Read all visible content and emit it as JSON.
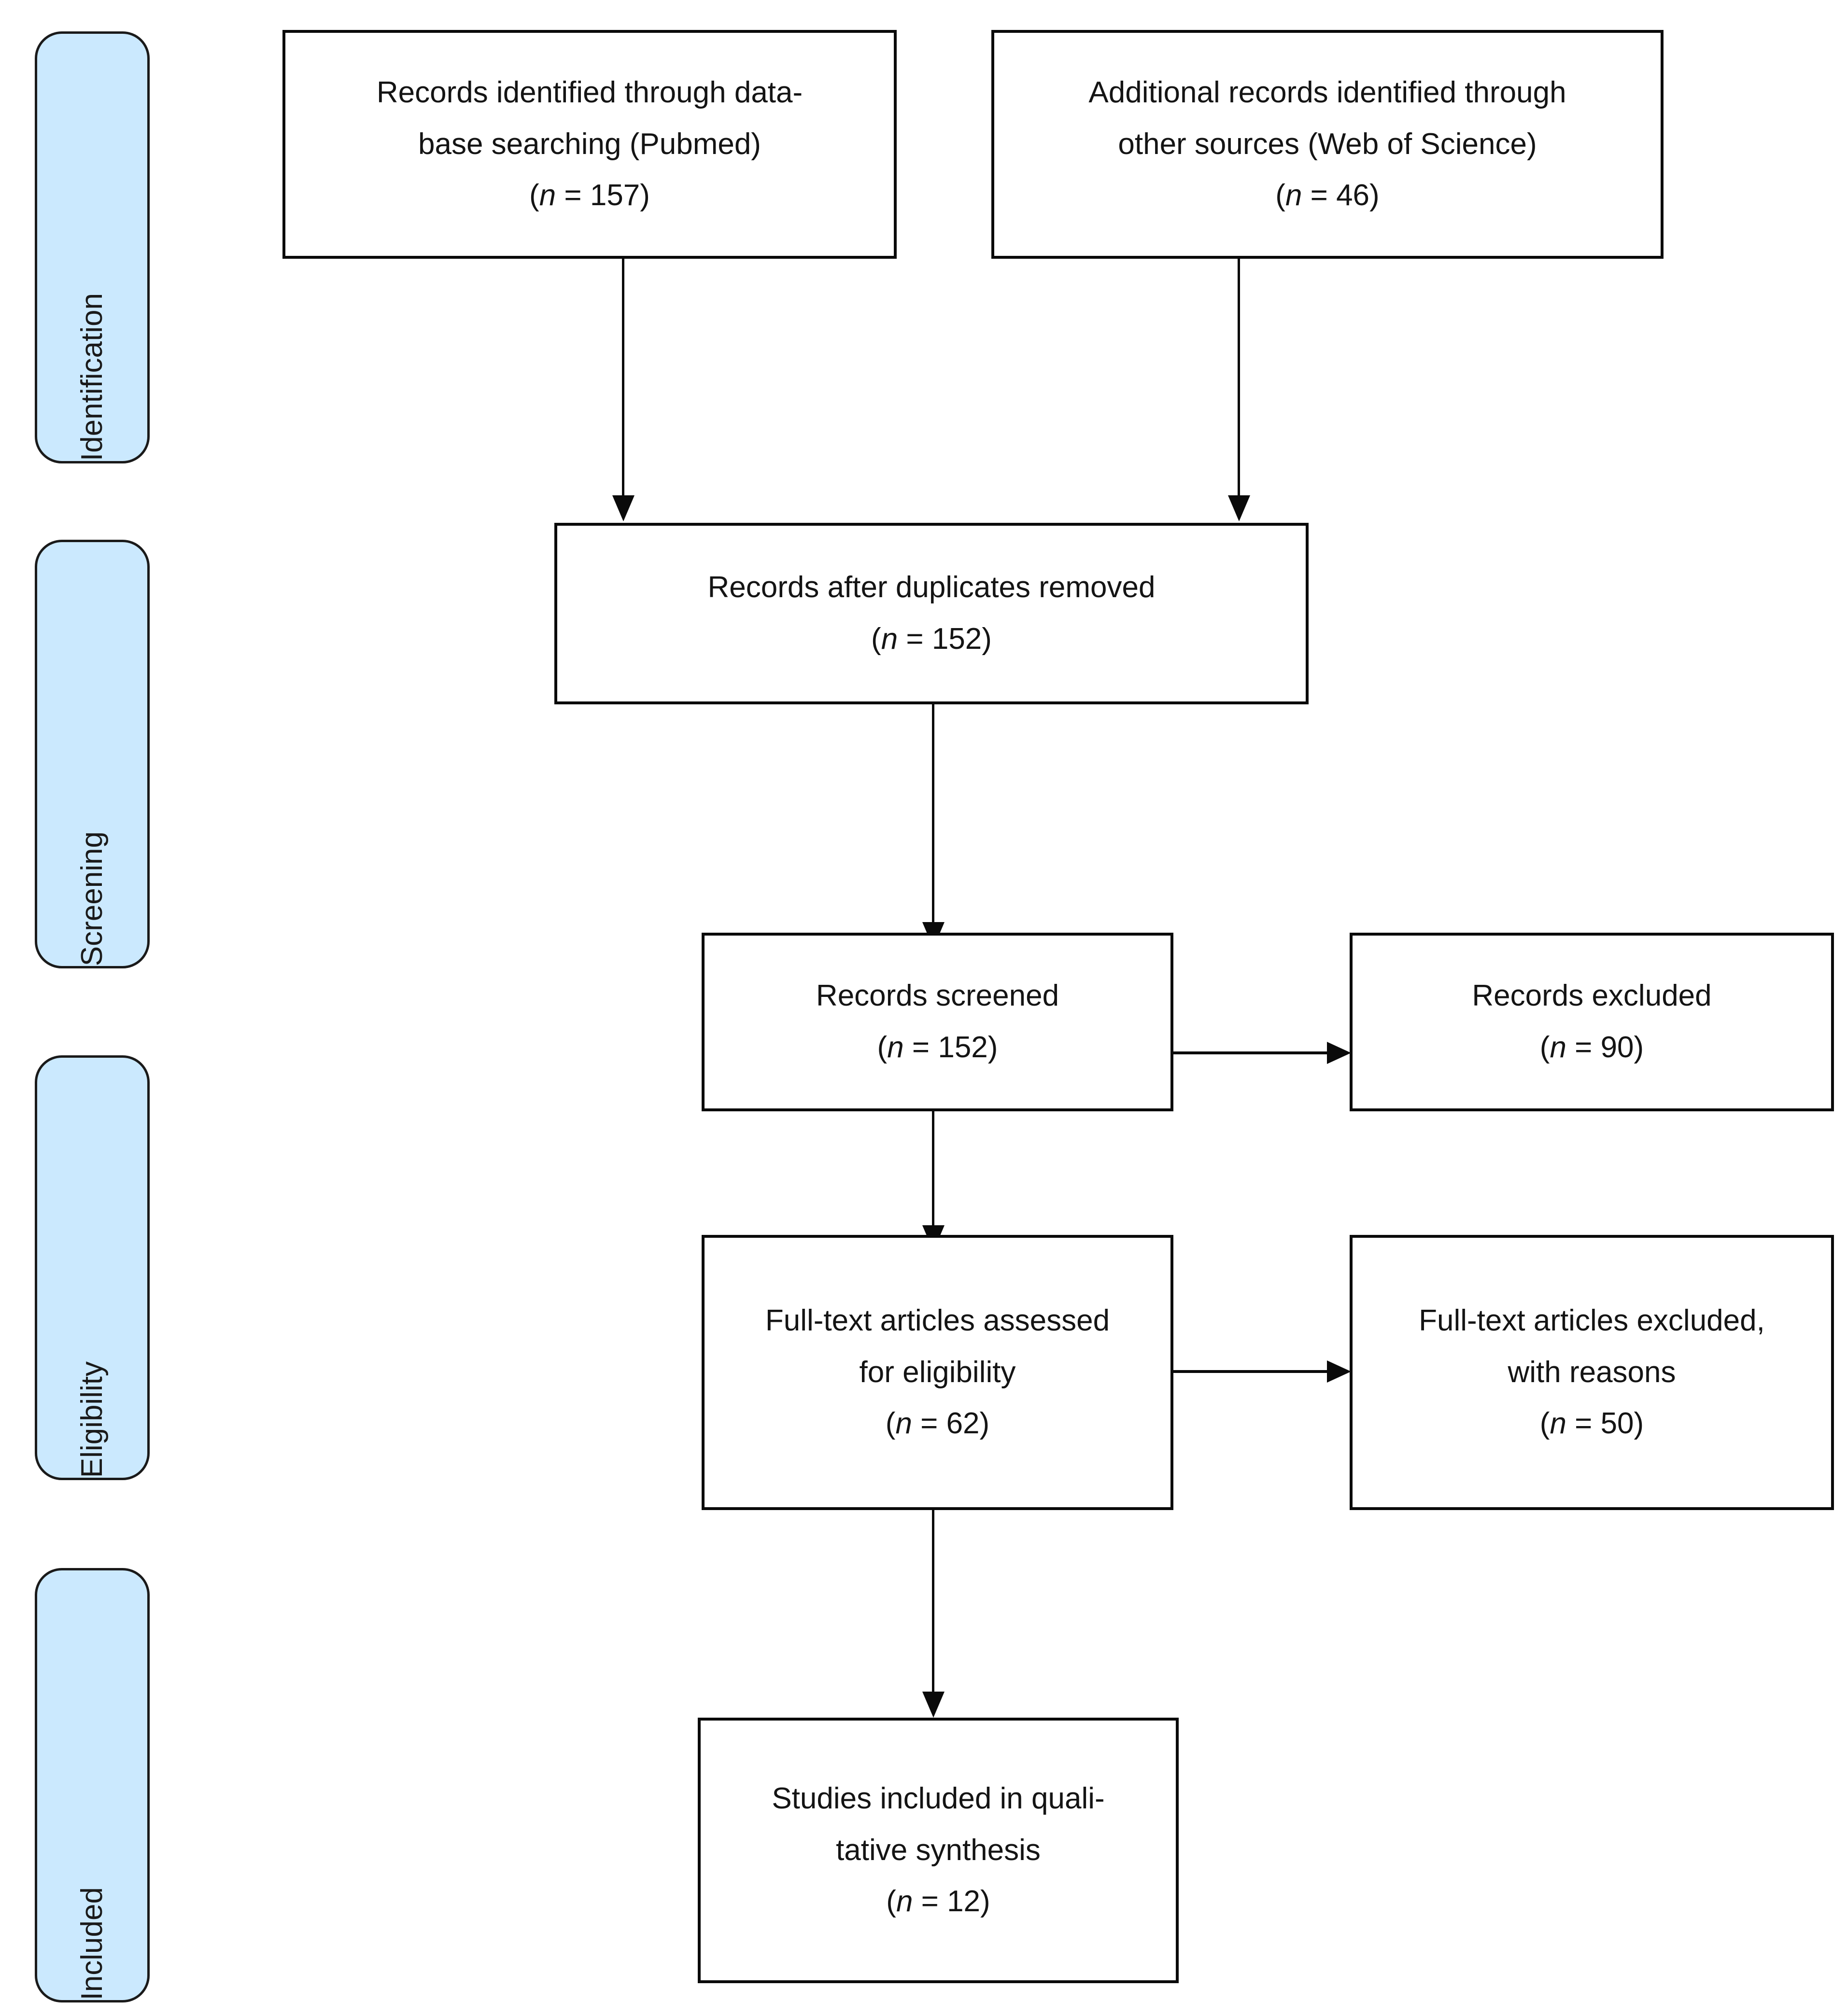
{
  "diagram": {
    "title": "PRISMA flow diagram",
    "type": "prisma-flow-diagram",
    "colors": {
      "stage_fill": "#cbe9fe",
      "stage_border": "#1a1a1a",
      "box_border": "#0a0a0a",
      "box_fill": "#ffffff",
      "text": "#141414",
      "connector": "#0a0a0a"
    },
    "stages": [
      {
        "id": "identification",
        "label": "Identification"
      },
      {
        "id": "screening",
        "label": "Screening"
      },
      {
        "id": "eligibility",
        "label": "Eligibility"
      },
      {
        "id": "included",
        "label": "Included"
      }
    ],
    "boxes": {
      "db_search": {
        "lines": [
          "Records identified through data-",
          "base searching (Pubmed)"
        ],
        "n_prefix": "(",
        "n_symbol": "n",
        "n_eq": " = ",
        "n_value": "157",
        "n_suffix": ")",
        "n_text": "(n = 157)"
      },
      "other_sources": {
        "lines": [
          "Additional records identified through",
          "other sources (Web of Science)"
        ],
        "n_symbol": "n",
        "n_value": "46",
        "n_text": "(n = 46)"
      },
      "duplicates_removed": {
        "lines": [
          "Records after duplicates removed"
        ],
        "n_symbol": "n",
        "n_value": "152",
        "n_text": "(n = 152)"
      },
      "records_screened": {
        "lines": [
          "Records screened"
        ],
        "n_symbol": "n",
        "n_value": "152",
        "n_text": "(n = 152)"
      },
      "records_excluded": {
        "lines": [
          "Records excluded"
        ],
        "n_symbol": "n",
        "n_value": "90",
        "n_text": "(n = 90)"
      },
      "fulltext_assessed": {
        "lines": [
          "Full-text articles assessed",
          "for eligibility"
        ],
        "n_symbol": "n",
        "n_value": "62",
        "n_text": "(n = 62)"
      },
      "fulltext_excluded": {
        "lines": [
          "Full-text articles excluded,",
          "with reasons"
        ],
        "n_symbol": "n",
        "n_value": "50",
        "n_text": "(n = 50)"
      },
      "studies_included": {
        "lines": [
          "Studies included in  quali-",
          "tative synthesis"
        ],
        "n_symbol": "n",
        "n_value": "12",
        "n_text": "(n = 12)"
      }
    },
    "chart_data": {
      "type": "flowchart",
      "title": "PRISMA flow diagram",
      "nodes": [
        {
          "id": "db_search",
          "stage": "Identification",
          "label": "Records identified through database searching (Pubmed)",
          "n": 157
        },
        {
          "id": "other_sources",
          "stage": "Identification",
          "label": "Additional records identified through other sources (Web of Science)",
          "n": 46
        },
        {
          "id": "duplicates_removed",
          "stage": "Screening",
          "label": "Records after duplicates removed",
          "n": 152
        },
        {
          "id": "records_screened",
          "stage": "Screening",
          "label": "Records screened",
          "n": 152
        },
        {
          "id": "records_excluded",
          "stage": "Screening",
          "label": "Records excluded",
          "n": 90
        },
        {
          "id": "fulltext_assessed",
          "stage": "Eligibility",
          "label": "Full-text articles assessed for eligibility",
          "n": 62
        },
        {
          "id": "fulltext_excluded",
          "stage": "Eligibility",
          "label": "Full-text articles excluded, with reasons",
          "n": 50
        },
        {
          "id": "studies_included",
          "stage": "Included",
          "label": "Studies included in qualitative synthesis",
          "n": 12
        }
      ],
      "edges": [
        {
          "from": "db_search",
          "to": "duplicates_removed",
          "direction": "down"
        },
        {
          "from": "other_sources",
          "to": "duplicates_removed",
          "direction": "down"
        },
        {
          "from": "duplicates_removed",
          "to": "records_screened",
          "direction": "down"
        },
        {
          "from": "records_screened",
          "to": "records_excluded",
          "direction": "right"
        },
        {
          "from": "records_screened",
          "to": "fulltext_assessed",
          "direction": "down"
        },
        {
          "from": "fulltext_assessed",
          "to": "fulltext_excluded",
          "direction": "right"
        },
        {
          "from": "fulltext_assessed",
          "to": "studies_included",
          "direction": "down"
        }
      ]
    }
  }
}
